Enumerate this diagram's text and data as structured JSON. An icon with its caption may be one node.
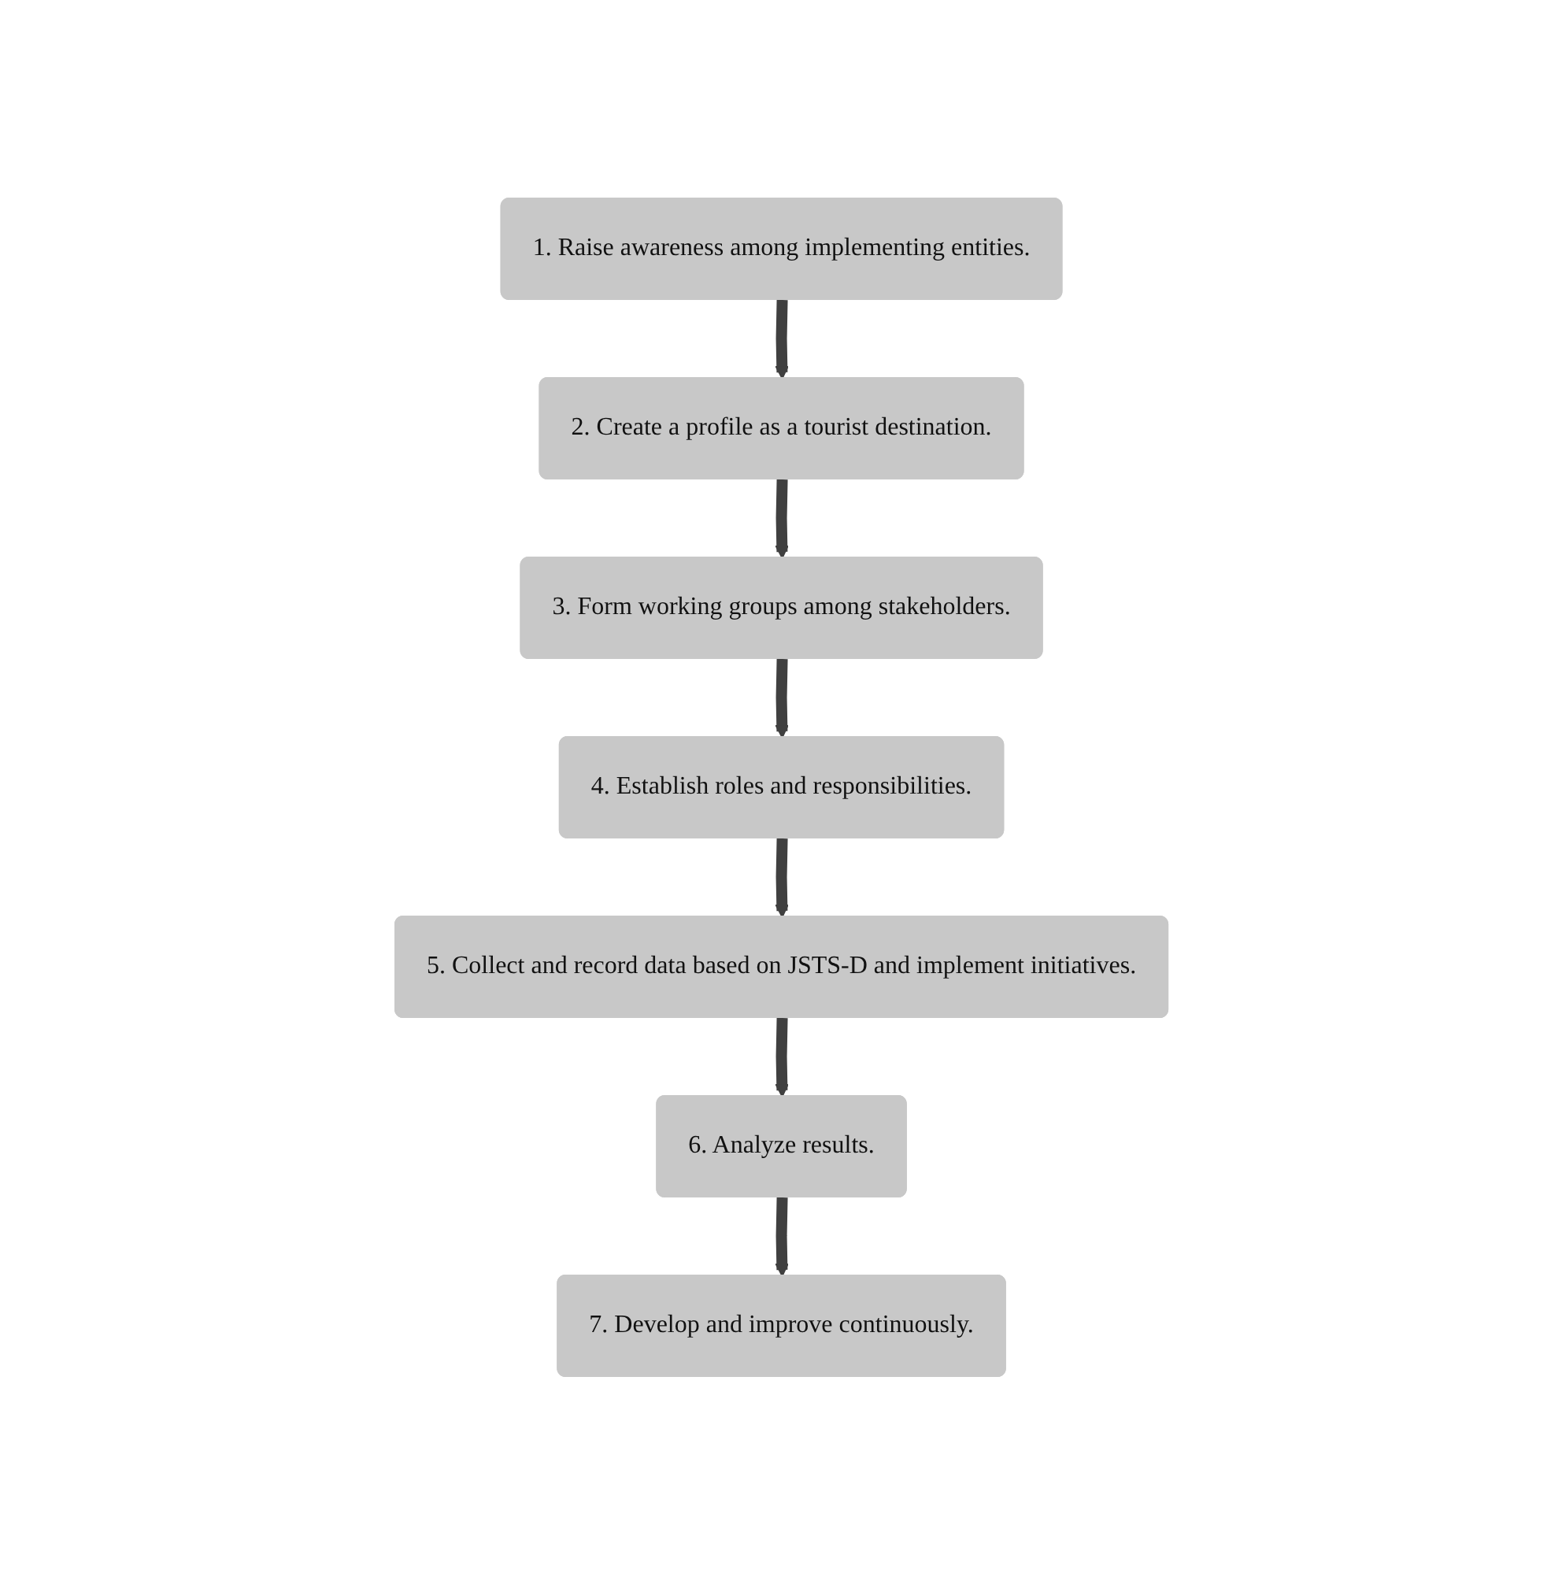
{
  "diagram": {
    "nodes": [
      {
        "text": [
          "1. Raise awareness among implementing entities."
        ]
      },
      {
        "text": [
          "2. Create a profile as a tourist destination."
        ]
      },
      {
        "text": [
          "3. Form working groups among stakeholders."
        ]
      },
      {
        "text": [
          "4. Establish roles and responsibilities."
        ]
      },
      {
        "text": [
          "5. Collect and record data based on JSTS-D and implement initiatives."
        ]
      },
      {
        "text": [
          "6. Analyze results."
        ]
      },
      {
        "text": [
          "7. Develop and improve continuously."
        ]
      }
    ],
    "edges": [
      {
        "from": 0,
        "to": 1,
        "arrow": "to"
      },
      {
        "from": 1,
        "to": 2,
        "arrow": "to"
      },
      {
        "from": 2,
        "to": 3,
        "arrow": "to"
      },
      {
        "from": 3,
        "to": 4,
        "arrow": "to"
      },
      {
        "from": 4,
        "to": 5,
        "arrow": "to"
      },
      {
        "from": 5,
        "to": 6,
        "arrow": "to"
      }
    ]
  }
}
